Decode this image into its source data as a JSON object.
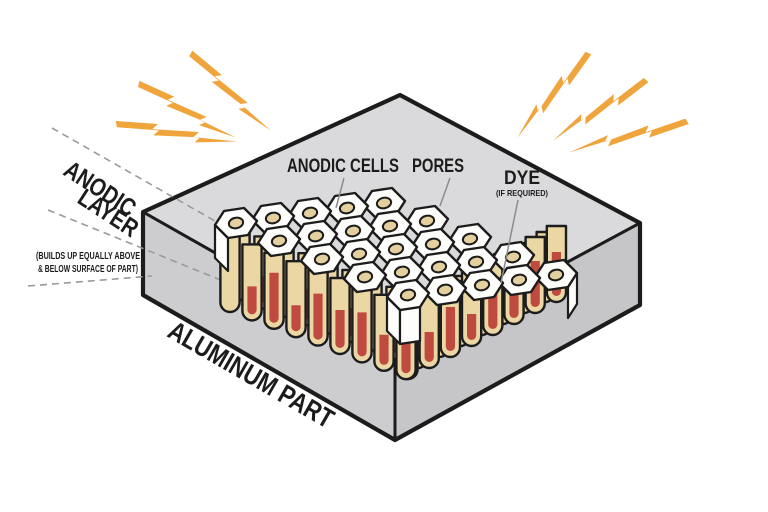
{
  "labels": {
    "anodic_layer_line1": "ANODIC",
    "anodic_layer_line2": "LAYER",
    "anodic_layer_note_line1": "(BUILDS UP EQUALLY ABOVE",
    "anodic_layer_note_line2": "& BELOW SURFACE OF PART)",
    "anodic_cells": "ANODIC CELLS",
    "pores": "PORES",
    "dye": "DYE",
    "dye_note": "(IF REQUIRED)",
    "aluminum_part": "ALUMINUM PART"
  },
  "colors": {
    "background": "#ffffff",
    "outline": "#1c1c1c",
    "slab_top": "#dadadc",
    "slab_left": "#cdcdd0",
    "slab_right": "#c6c6c9",
    "hex_fill": "#fdfdfb",
    "pore_fill": "#e4cf9e",
    "tube_fill": "#ebd7a4",
    "dye_red": "#bf4a40",
    "bolt_orange": "#f0a43c",
    "dashed_line": "#9a9a9a",
    "leader_line": "#8b8b8b",
    "text": "#1c1c1c"
  },
  "diagram": {
    "hex_rows": 5,
    "hex_cols": 5,
    "left_front_tubes": 9,
    "left_back_tubes": 8,
    "right_front_tubes": 8,
    "right_back_tubes": 7,
    "left_bolt_count": 3,
    "right_bolt_count": 3,
    "left_dye_heights": [
      0,
      28,
      50,
      26,
      46,
      38,
      44,
      30,
      48
    ],
    "left_back_dye_heights": [
      0,
      26,
      0,
      30,
      0,
      28,
      0,
      24
    ],
    "right_dye_heights": [
      40,
      30,
      44,
      26,
      42,
      34,
      46,
      44
    ],
    "right_back_dye_heights": [
      0,
      24,
      0,
      26,
      0,
      22,
      0
    ]
  }
}
